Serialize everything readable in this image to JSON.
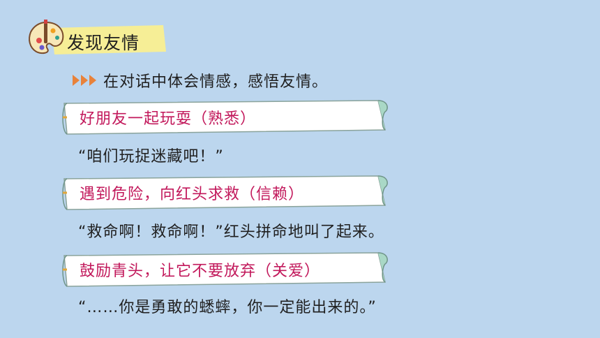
{
  "title": "发现友情",
  "subtitle": "在对话中体会情感，感悟友情。",
  "items": [
    {
      "label": "好朋友一起玩耍（熟悉）",
      "quote": "“咱们玩捉迷藏吧！”"
    },
    {
      "label": "遇到危险，向红头求救（信赖）",
      "quote": "“救命啊！救命啊！”红头拼命地叫了起来。"
    },
    {
      "label": "鼓励青头，让它不要放弃（关爱）",
      "quote": "“……你是勇敢的蟋蟀，你一定能出来的。”"
    }
  ],
  "colors": {
    "background": "#bcd6ee",
    "banner": "#f6ee96",
    "label_text": "#c2185b",
    "arrow": "#e8823a"
  },
  "icons": [
    "palette-icon",
    "triple-arrow-icon",
    "scroll-banner"
  ]
}
